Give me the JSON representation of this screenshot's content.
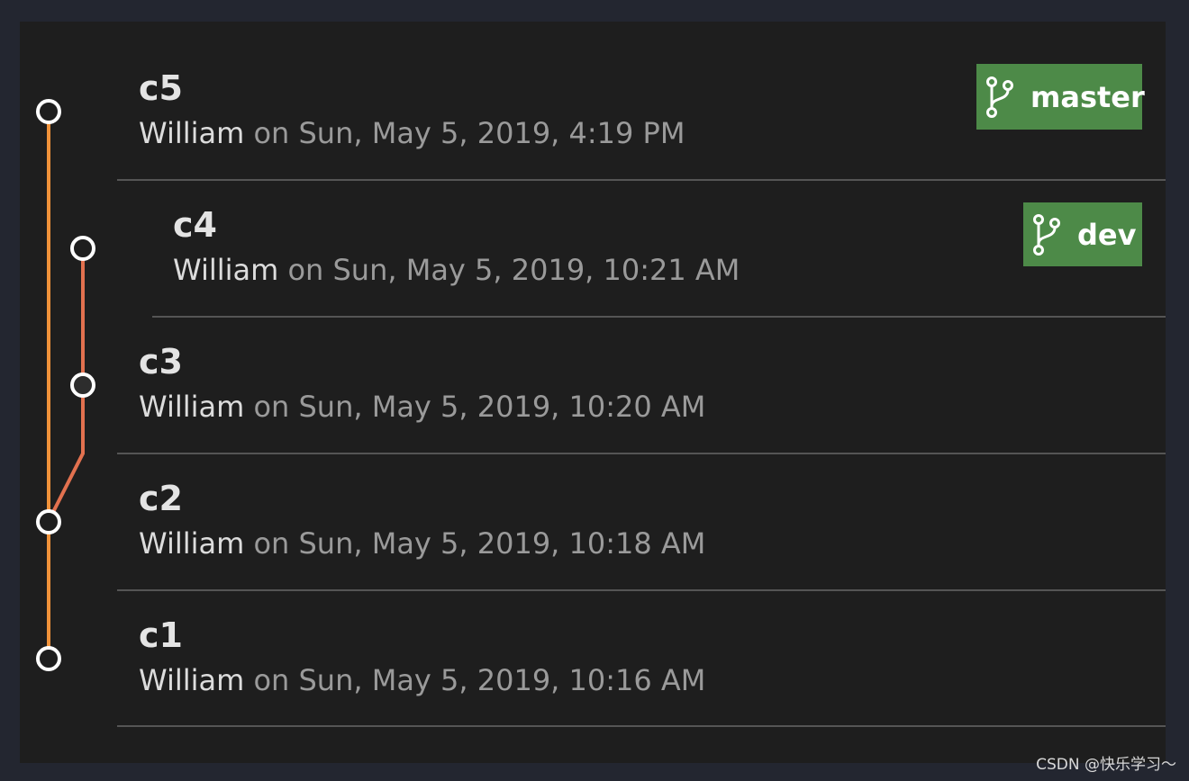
{
  "graph": {
    "master_line_color": "#f0923a",
    "dev_line_color": "#e2714f",
    "node_fill": "#1e1e1e",
    "node_stroke": "#ffffff"
  },
  "commits": [
    {
      "title": "c5",
      "author": "William",
      "meta": " on Sun, May 5, 2019, 4:19 PM",
      "branch": "master"
    },
    {
      "title": "c4",
      "author": "William",
      "meta": " on Sun, May 5, 2019, 10:21 AM",
      "branch": "dev"
    },
    {
      "title": "c3",
      "author": "William",
      "meta": " on Sun, May 5, 2019, 10:20 AM"
    },
    {
      "title": "c2",
      "author": "William",
      "meta": " on Sun, May 5, 2019, 10:18 AM"
    },
    {
      "title": "c1",
      "author": "William",
      "meta": " on Sun, May 5, 2019, 10:16 AM"
    }
  ],
  "branch_badge_color": "#4d8a48",
  "branch_icon": "git-branch-icon",
  "watermark": "CSDN @快乐学习～"
}
